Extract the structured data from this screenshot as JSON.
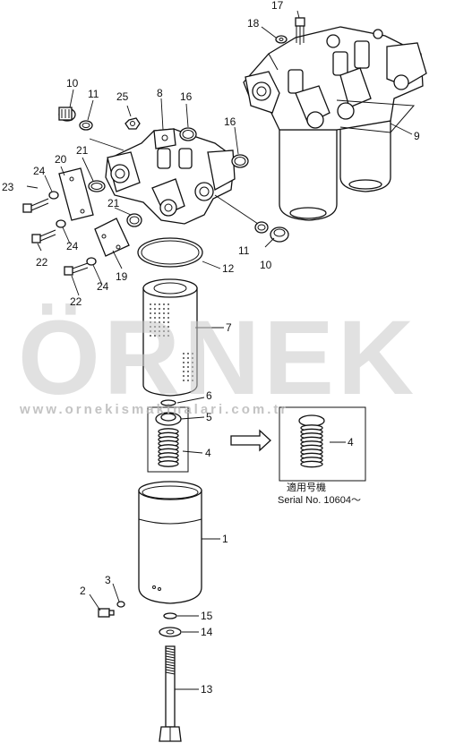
{
  "watermark": {
    "brand": "ÖRNEK",
    "url": "www.ornekismakinalari.com.tr",
    "accent_color": "#f2c200"
  },
  "note": {
    "jp": "適用号機",
    "serial": "Serial No. 10604～"
  },
  "parts": [
    {
      "id": "p1",
      "number": "1"
    },
    {
      "id": "p2",
      "number": "2"
    },
    {
      "id": "p3",
      "number": "3"
    },
    {
      "id": "p4a",
      "number": "4"
    },
    {
      "id": "p4b",
      "number": "4"
    },
    {
      "id": "p5",
      "number": "5"
    },
    {
      "id": "p6",
      "number": "6"
    },
    {
      "id": "p7",
      "number": "7"
    },
    {
      "id": "p8",
      "number": "8"
    },
    {
      "id": "p9",
      "number": "9"
    },
    {
      "id": "p10a",
      "number": "10"
    },
    {
      "id": "p10b",
      "number": "10"
    },
    {
      "id": "p11a",
      "number": "11"
    },
    {
      "id": "p11b",
      "number": "11"
    },
    {
      "id": "p12",
      "number": "12"
    },
    {
      "id": "p13",
      "number": "13"
    },
    {
      "id": "p14",
      "number": "14"
    },
    {
      "id": "p15",
      "number": "15"
    },
    {
      "id": "p16a",
      "number": "16"
    },
    {
      "id": "p16b",
      "number": "16"
    },
    {
      "id": "p17",
      "number": "17"
    },
    {
      "id": "p18",
      "number": "18"
    },
    {
      "id": "p19",
      "number": "19"
    },
    {
      "id": "p20",
      "number": "20"
    },
    {
      "id": "p21a",
      "number": "21"
    },
    {
      "id": "p21b",
      "number": "21"
    },
    {
      "id": "p22a",
      "number": "22"
    },
    {
      "id": "p22b",
      "number": "22"
    },
    {
      "id": "p23",
      "number": "23"
    },
    {
      "id": "p24a",
      "number": "24"
    },
    {
      "id": "p24b",
      "number": "24"
    },
    {
      "id": "p24c",
      "number": "24"
    },
    {
      "id": "p25",
      "number": "25"
    }
  ]
}
